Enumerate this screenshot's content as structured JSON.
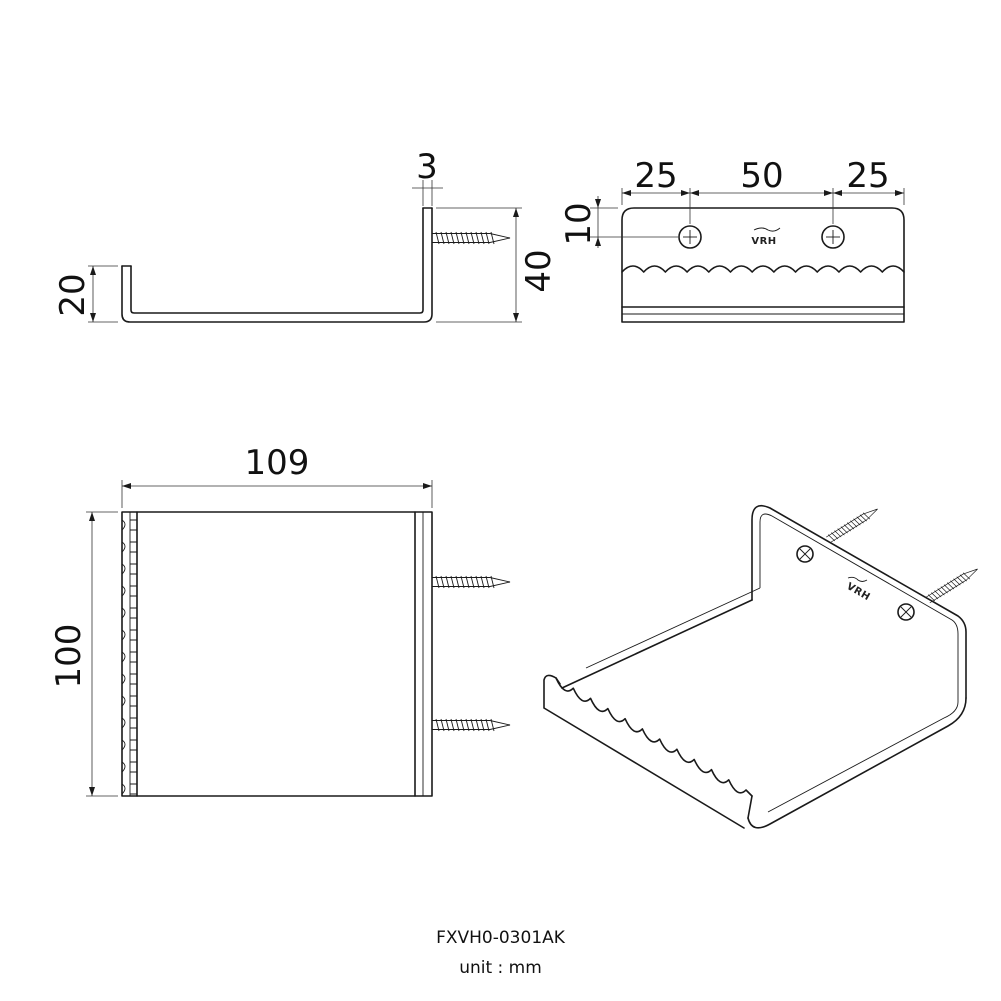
{
  "dimensions": {
    "thickness": "3",
    "back_height": "40",
    "lip_height": "20",
    "screw_edge_left": "25",
    "screw_spacing": "50",
    "screw_edge_right": "25",
    "screw_height": "10",
    "width": "109",
    "depth": "100"
  },
  "logo_text": "VRH",
  "part_number": "FXVH0-0301AK",
  "unit_label": "unit : mm"
}
